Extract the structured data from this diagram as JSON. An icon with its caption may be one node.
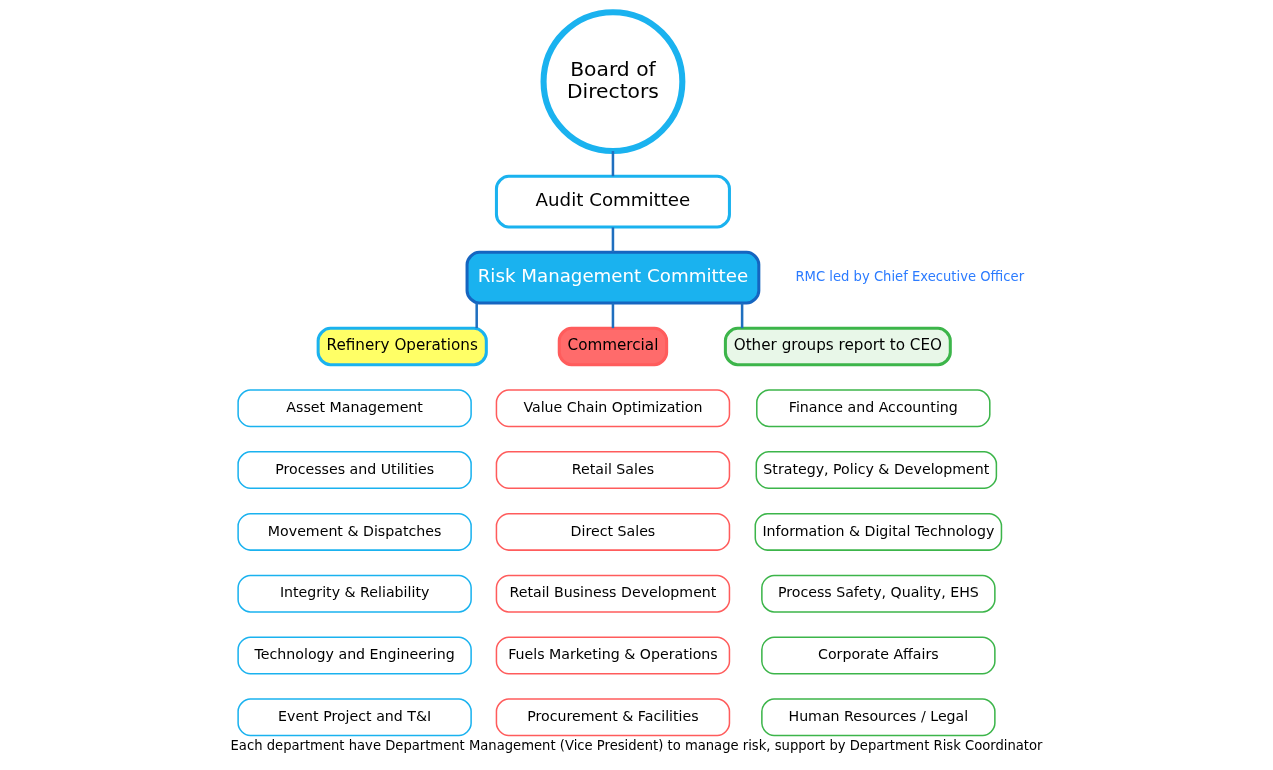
{
  "diagram": {
    "caption": "Each department have Department Management (Vice President) to manage risk, support by Department Risk Coordinator",
    "nodes": [
      {
        "text": [
          "Board of Directors"
        ]
      },
      {
        "text": [
          "Audit Committee"
        ]
      },
      {
        "text": [
          "Risk Management Committee"
        ],
        "beside": [
          "RMC led by Chief Executive Officer"
        ]
      },
      {
        "text": [
          "Refinery Operations"
        ]
      },
      {
        "text": [
          "Asset Management"
        ]
      },
      {
        "text": [
          "Processes and Utilities"
        ]
      },
      {
        "text": [
          "Movement & Dispatches"
        ]
      },
      {
        "text": [
          "Integrity & Reliability"
        ]
      },
      {
        "text": [
          "Technology and Engineering"
        ]
      },
      {
        "text": [
          "Event Project and T&I"
        ]
      },
      {
        "text": [
          "Commercial"
        ]
      },
      {
        "text": [
          "Value Chain Optimization"
        ]
      },
      {
        "text": [
          "Retail Sales"
        ]
      },
      {
        "text": [
          "Direct Sales"
        ]
      },
      {
        "text": [
          "Retail Business Development"
        ]
      },
      {
        "text": [
          "Fuels Marketing & Operations"
        ]
      },
      {
        "text": [
          "Procurement & Facilities"
        ]
      },
      {
        "text": [
          "Other groups report to CEO"
        ]
      },
      {
        "text": [
          "Finance and Accounting"
        ]
      },
      {
        "text": [
          "Strategy, Policy & Development"
        ]
      },
      {
        "text": [
          "Information & Digital Technology"
        ]
      },
      {
        "text": [
          "Process Safety, Quality, EHS"
        ]
      },
      {
        "text": [
          "Corporate Affairs"
        ]
      },
      {
        "text": [
          "Human Resources / Legal"
        ]
      }
    ],
    "edges": [
      {
        "from": 0,
        "to": 1,
        "arrow": "none"
      },
      {
        "from": 1,
        "to": 2,
        "arrow": "none"
      },
      {
        "from": 2,
        "to": 3,
        "arrow": "none"
      },
      {
        "from": 2,
        "to": 10,
        "arrow": "none"
      },
      {
        "from": 2,
        "to": 17,
        "arrow": "none"
      }
    ]
  }
}
